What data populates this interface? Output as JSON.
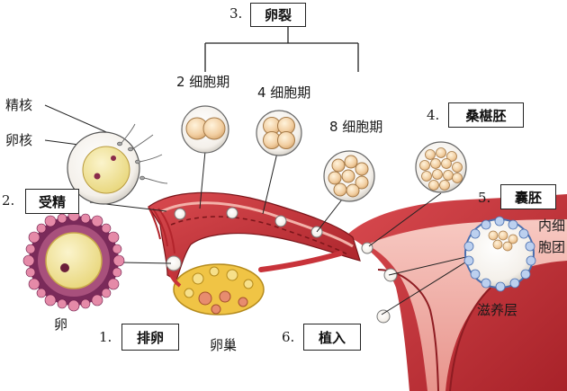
{
  "stages": {
    "cleavage": {
      "number": "3.",
      "label": "卵裂"
    },
    "fertilization": {
      "number": "2.",
      "label": "受精"
    },
    "morula": {
      "number": "4.",
      "label": "桑椹胚"
    },
    "blastocyst": {
      "number": "5.",
      "label": "囊胚"
    },
    "ovulation": {
      "number": "1.",
      "label": "排卵"
    },
    "implantation": {
      "number": "6.",
      "label": "植入"
    }
  },
  "labels": {
    "two_cell": "2 细胞期",
    "four_cell": "4 细胞期",
    "eight_cell": "8 细胞期",
    "sperm_nucleus": "精核",
    "egg_nucleus": "卵核",
    "egg": "卵",
    "ovary": "卵巢",
    "trophoblast": "滋养层",
    "inner_cell_mass_partial": "内细",
    "blastocoel_partial": "胞团"
  },
  "colors": {
    "uterus": "#c8333a",
    "uterus_dark": "#8e1c22",
    "cell": "#f3cfa0",
    "ovary": "#f0c445"
  }
}
